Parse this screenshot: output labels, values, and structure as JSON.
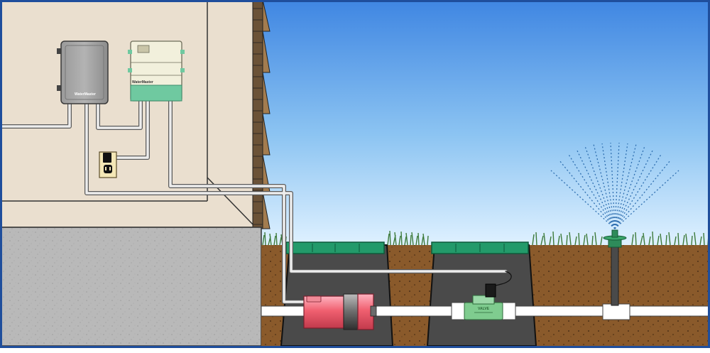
{
  "diagram": {
    "pump_box_brand": "WaterMaster",
    "controller_brand": "WaterMaster",
    "valve_label": "VALVE"
  },
  "colors": {
    "sky_top": "#3f86e2",
    "sky_bottom": "#d9efff",
    "wall": "#eadfcf",
    "foundation": "#b9b9b9",
    "soil": "#8a5a2b",
    "valve_box": "#4a4a4a",
    "box_lid": "#239a6a",
    "pipe": "#ffffff",
    "pump_red": "#f06070",
    "valve_green": "#7fcc8f",
    "controller_body": "#f2f0dc",
    "controller_base": "#6fc9a0",
    "grass": "#3d7a3a",
    "spray": "#2f6fb0",
    "border": "#1f4e9c"
  }
}
